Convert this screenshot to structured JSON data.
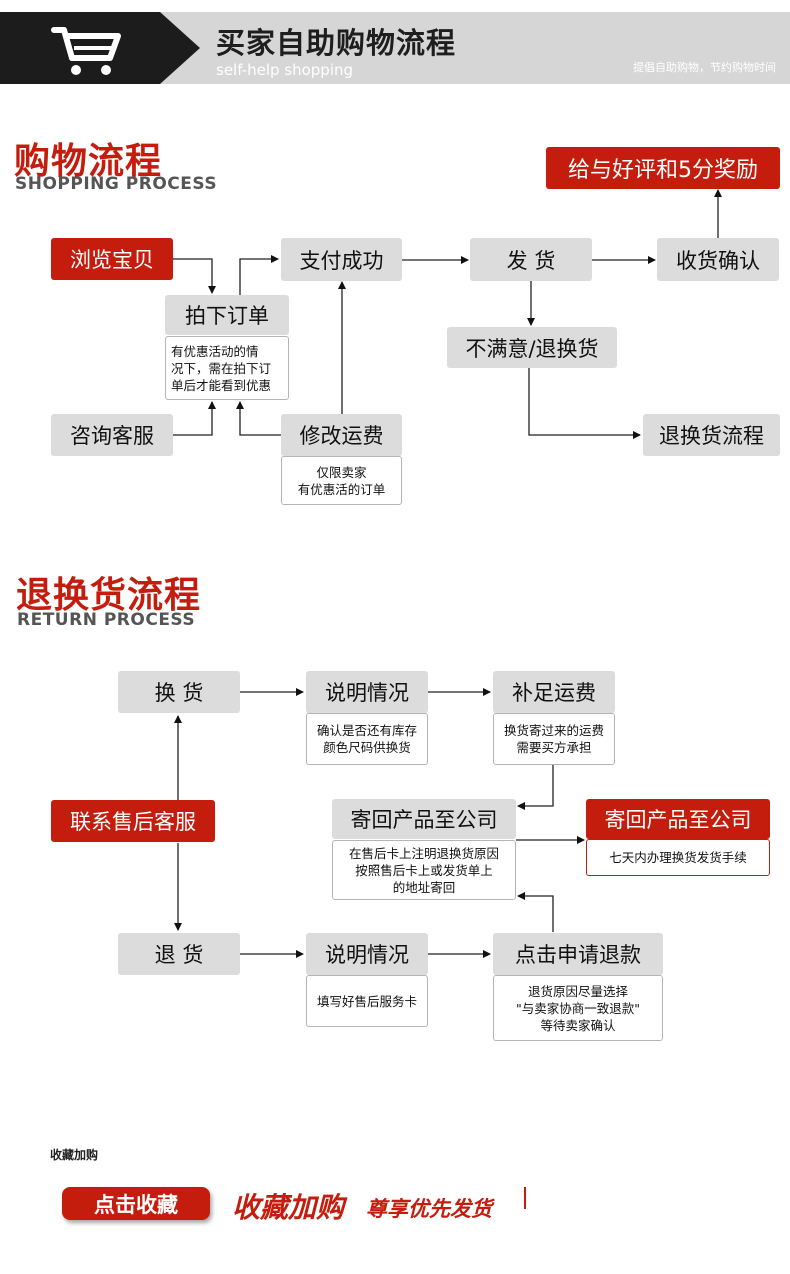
{
  "header": {
    "title": "买家自助购物流程",
    "subtitle": "self-help shopping",
    "tagline": "提倡自助购物，节约购物时间",
    "icon": "shopping-cart-icon"
  },
  "shopping": {
    "title": "购物流程",
    "subtitle": "SHOPPING PROCESS",
    "reward": "给与好评和5分奖励",
    "browse": "浏览宝贝",
    "pay_success": "支付成功",
    "ship": "发  货",
    "confirm_receipt": "收货确认",
    "place_order": "拍下订单",
    "order_note": [
      "有优惠活动的情",
      "况下，需在拍下订",
      "单后才能看到优惠"
    ],
    "unsatisfied": "不满意/退换货",
    "consult": "咨询客服",
    "modify_shipping": "修改运费",
    "modify_note": [
      "仅限卖家",
      "有优惠活的订单"
    ],
    "return_flow": "退换货流程"
  },
  "returns": {
    "title": "退换货流程",
    "subtitle": "RETURN PROCESS",
    "exchange": "换  货",
    "explain1": "说明情况",
    "explain1_note": [
      "确认是否还有库存",
      "颜色尺码供换货"
    ],
    "add_shipping": "补足运费",
    "add_shipping_note": [
      "换货寄过来的运费",
      "需要买方承担"
    ],
    "contact_service": "联系售后客服",
    "send_back": "寄回产品至公司",
    "send_back_note": [
      "在售后卡上注明退换货原因",
      "按照售后卡上或发货单上",
      "的地址寄回"
    ],
    "send_back_red": "寄回产品至公司",
    "send_back_red_note": "七天内办理换货发货手续",
    "refund": "退  货",
    "explain2": "说明情况",
    "explain2_note": "填写好售后服务卡",
    "apply_refund": "点击申请退款",
    "apply_refund_note": [
      "退货原因尽量选择",
      "\"与卖家协商一致退款\"",
      "等待卖家确认"
    ]
  },
  "footer": {
    "label": "收藏加购",
    "button": "点击收藏",
    "slogan": "收藏加购",
    "slogan2": "尊享优先发货"
  },
  "colors": {
    "accent": "#c51d0d",
    "box": "#dcdcdc",
    "header_dark": "#1c1c1c",
    "header_light": "#d6d6d6"
  }
}
